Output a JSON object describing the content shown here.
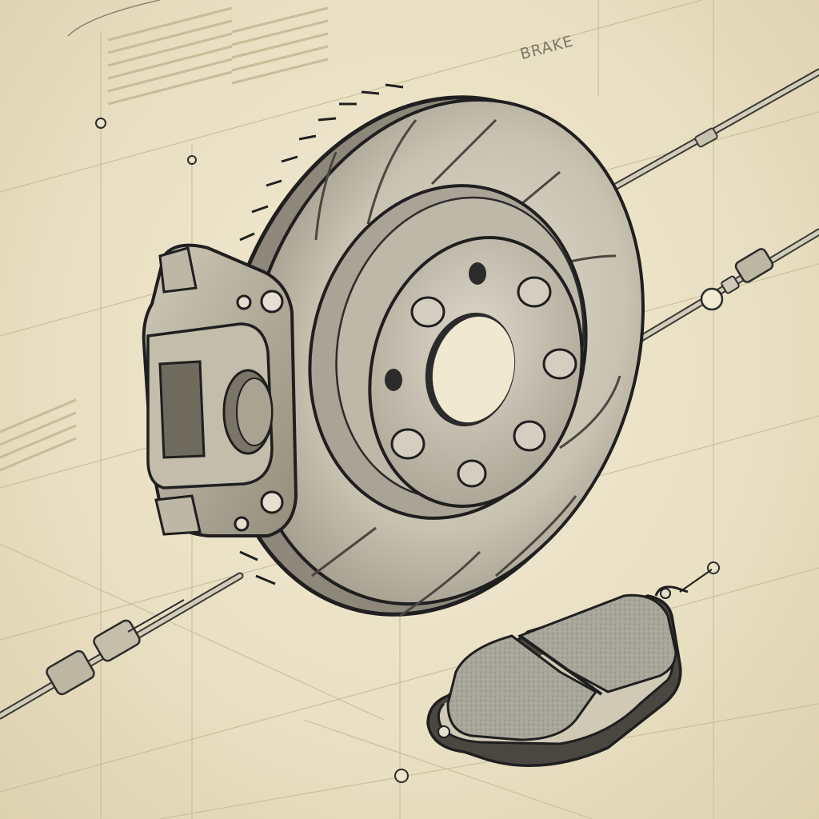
{
  "diagram": {
    "label": "BRAKE",
    "components": [
      {
        "id": "rotor",
        "icon": "brake-rotor-icon"
      },
      {
        "id": "hub",
        "icon": "wheel-hub-icon"
      },
      {
        "id": "caliper",
        "icon": "brake-caliper-icon"
      },
      {
        "id": "pad",
        "icon": "brake-pad-icon"
      },
      {
        "id": "brake-line",
        "icon": "brake-line-icon"
      }
    ],
    "colors": {
      "paper": "#ece3c8",
      "ink": "#2b2b2b",
      "metal": "#c9c3b2",
      "pad_friction": "#a7a598"
    }
  }
}
